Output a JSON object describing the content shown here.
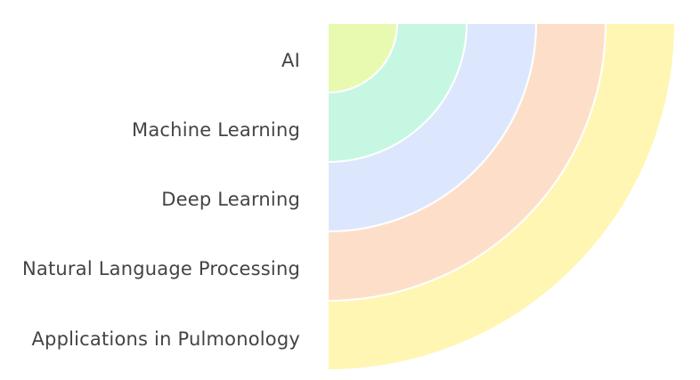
{
  "layers": [
    {
      "label": "AI",
      "color": "#e8fab0"
    },
    {
      "label": "Machine Learning",
      "color": "#c6f7e2"
    },
    {
      "label": "Deep Learning",
      "color": "#dce7fd"
    },
    {
      "label": "Natural Language Processing",
      "color": "#fddfc9"
    },
    {
      "label": "Applications in Pulmonology",
      "color": "#fff6b3"
    }
  ]
}
